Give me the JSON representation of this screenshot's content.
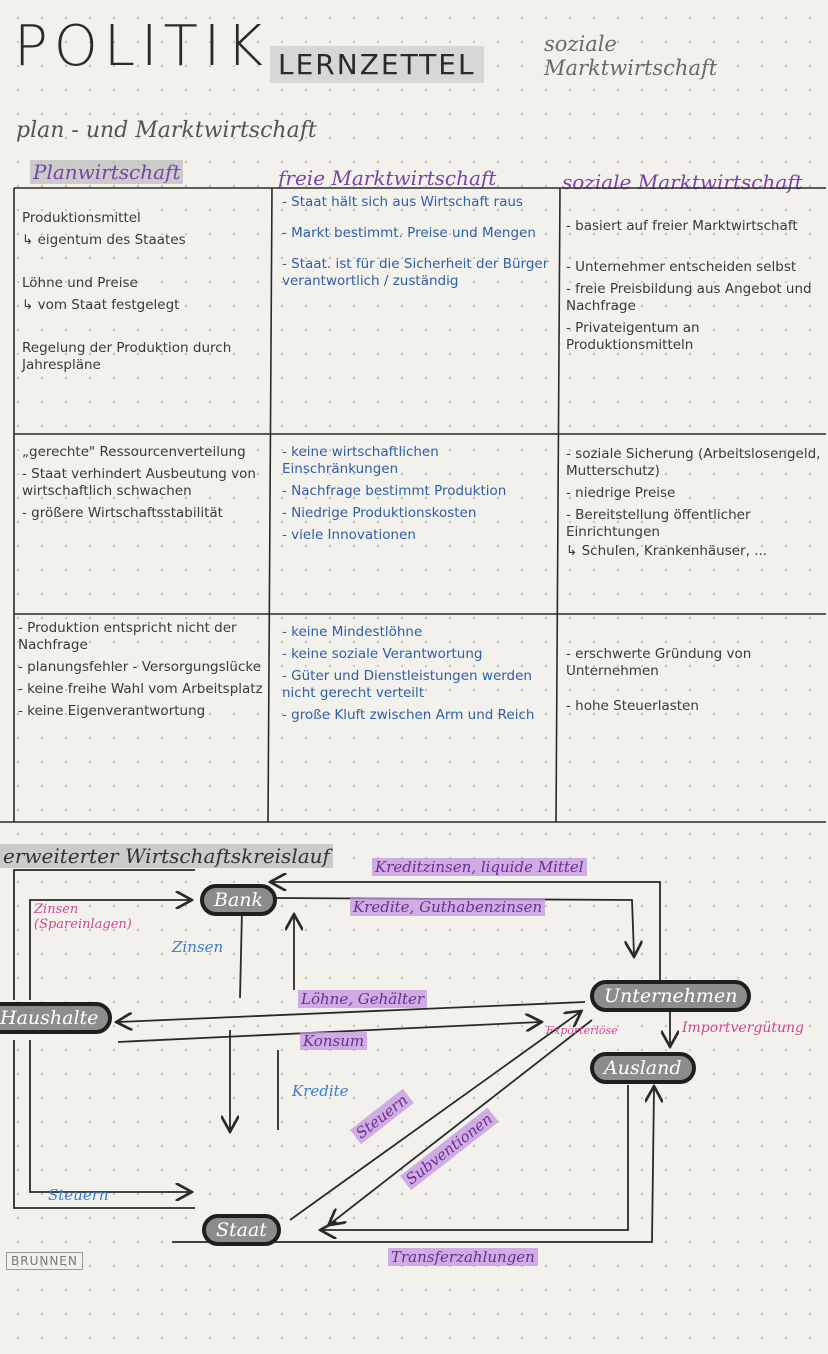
{
  "header": {
    "title": "POLITIK",
    "subtitle": "LERNZETTEL",
    "side_note_line1": "soziale",
    "side_note_line2": "Marktwirtschaft"
  },
  "section1": {
    "heading": "plan - und Marktwirtschaft",
    "columns": [
      "Planwirtschaft",
      "freie Marktwirtschaft",
      "soziale Marktwirtschaft"
    ],
    "rows": [
      [
        [
          "Produktionsmittel",
          "↳ eigentum des Staates",
          "Löhne und Preise",
          "↳ vom Staat festgelegt",
          "Regelung der Produktion durch Jahrespläne"
        ],
        [
          "- Staat hält sich aus Wirtschaft raus",
          "- Markt bestimmt. Preise und Mengen",
          "- Staat. ist für die Sicherheit der Bürger verantwortlich / zuständig"
        ],
        [
          "- basiert auf freier Marktwirtschaft",
          "- Unternehmer entscheiden selbst",
          "- freie Preisbildung aus Angebot und Nachfrage",
          "- Privateigentum an Produktionsmitteln"
        ]
      ],
      [
        [
          "„gerechte\" Ressourcenverteilung",
          "- Staat verhindert Ausbeutung von wirtschaftlich schwachen",
          "- größere Wirtschaftsstabilität"
        ],
        [
          "- keine wirtschaftlichen Einschränkungen",
          "- Nachfrage bestimmt Produktion",
          "- Niedrige Produktionskosten",
          "- viele Innovationen"
        ],
        [
          "- soziale Sicherung (Arbeitslosengeld, Mutterschutz)",
          "- niedrige Preise",
          "- Bereitstellung öffentlicher Einrichtungen",
          "↳ Schulen, Krankenhäuser, ..."
        ]
      ],
      [
        [
          "- Produktion entspricht nicht der Nachfrage",
          "- planungsfehler - Versorgungslücke",
          "- keine freihe Wahl vom Arbeitsplatz",
          "- keine Eigenverantwortung"
        ],
        [
          "- keine Mindestlöhne",
          "- keine soziale Verantwortung",
          "- Güter und Dienstleistungen werden nicht gerecht verteilt",
          "- große Kluft zwischen Arm und Reich"
        ],
        [
          "- erschwerte Gründung von Unternehmen",
          "- hohe Steuerlasten"
        ]
      ]
    ]
  },
  "section2": {
    "heading": "erweiterter Wirtschaftskreislauf",
    "nodes": {
      "bank": "Bank",
      "haushalte": "Haushalte",
      "unternehmen": "Unternehmen",
      "ausland": "Ausland",
      "staat": "Staat"
    },
    "flows": {
      "kreditzinsen": "Kreditzinsen, liquide Mittel",
      "kredite_guthaben": "Kredite, Guthabenzinsen",
      "zinsen_spar": "Zinsen (Spareinlagen)",
      "zinsen": "Zinsen",
      "loehne": "Löhne, Gehälter",
      "konsum": "Konsum",
      "kredite": "Kredite",
      "exporterloese": "Exporterlöse",
      "importverguetung": "Importvergütung",
      "steuern_diag": "Steuern",
      "subventionen": "Subventionen",
      "steuern": "Steuern",
      "transfer": "Transferzahlungen"
    }
  },
  "footer": {
    "logo": "BRUNNEN"
  },
  "colors": {
    "purple": "#7a43a8",
    "blue": "#2f5fa6",
    "pink_highlight": "#f5a0d7",
    "purple_highlight": "#c494e2",
    "ink": "#2a2a2a"
  }
}
